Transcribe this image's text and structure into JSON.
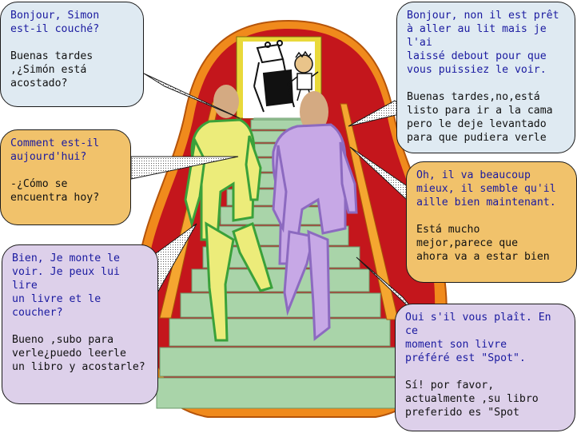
{
  "bubbles": {
    "b1": {
      "fr": "Bonjour, Simon\nest-il couché?",
      "es": "Buenas tardes\n,¿Simón está\nacostado?"
    },
    "b2": {
      "fr": "Bonjour, non il est prêt\nà aller au lit mais je l'ai\nlaissé debout pour que\nvous puissiez le voir.",
      "es": "Buenas tardes,no,está\nlisto para ir a la cama\npero le deje levantado\npara que pudiera verle"
    },
    "b3": {
      "fr": "Comment est-il\naujourd'hui?",
      "es": "-¿Cómo se\nencuentra hoy?"
    },
    "b4": {
      "fr": "Oh, il va beaucoup\nmieux, il semble qu'il\naille bien maintenant.",
      "es": "Está mucho\nmejor,parece que\nahora va a estar bien"
    },
    "b5": {
      "fr": "Bien, Je monte le\nvoir. Je peux lui lire\nun livre et le\ncoucher?",
      "es": "Bueno ,subo para\nverle¿puedo leerle\nun libro y acostarle?"
    },
    "b6": {
      "fr": "Oui s'il vous plaît. En ce\nmoment son livre\npréféré est \"Spot\".",
      "es": "Sí! por favor,\nactualmente ,su libro\npreferido es \"Spot"
    }
  },
  "colors": {
    "bubble_blue": "#dfeaf2",
    "bubble_orange": "#f1c26b",
    "bubble_lavender": "#ddd0ea",
    "wall_red": "#c4161c",
    "frame_orange": "#f08a1c",
    "stairs_green": "#a9d4a9",
    "man_yellow": "#ecec7a",
    "man_lavender": "#c7a8e6",
    "text_blue": "#1a1aa0"
  }
}
